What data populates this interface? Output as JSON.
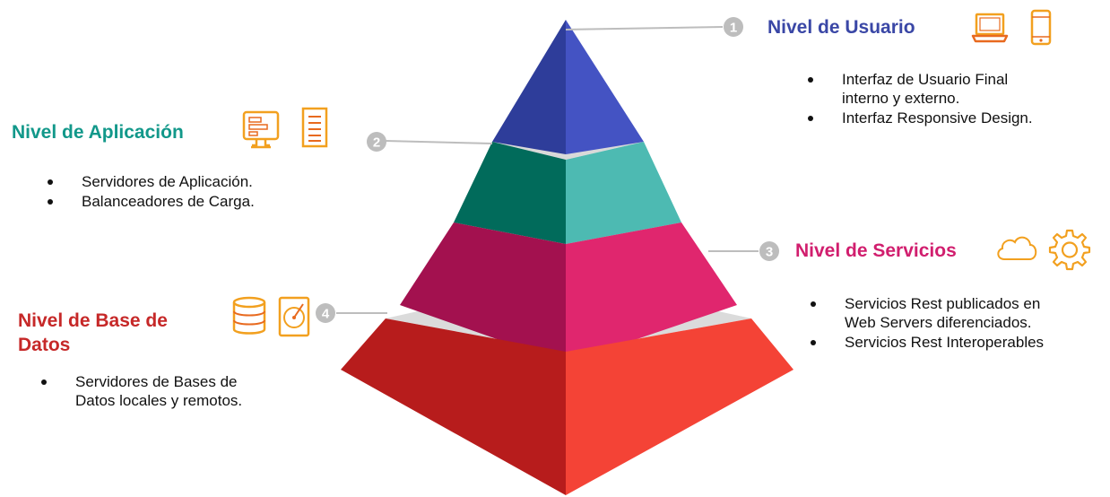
{
  "colors": {
    "level1": "#2E3D9A",
    "level2": "#0E9A8C",
    "level3": "#D11E6E",
    "level4": "#D32F2F",
    "connector": "#BDBDBD",
    "icon_orange": "#F2A01F"
  },
  "levels": [
    {
      "number": "1",
      "title": "Nivel de Usuario",
      "bullets": [
        "Interfaz de Usuario Final interno y externo.",
        "Interfaz Responsive Design."
      ],
      "icons": [
        "laptop-icon",
        "smartphone-icon"
      ]
    },
    {
      "number": "2",
      "title": "Nivel de Aplicación",
      "bullets": [
        "Servidores de Aplicación.",
        "Balanceadores de Carga."
      ],
      "icons": [
        "desktop-app-icon",
        "server-document-icon"
      ]
    },
    {
      "number": "3",
      "title": "Nivel de Servicios",
      "bullets": [
        "Servicios Rest publicados en Web Servers diferenciados.",
        "Servicios Rest Interoperables"
      ],
      "icons": [
        "cloud-icon",
        "gear-icon"
      ]
    },
    {
      "number": "4",
      "title": "Nivel de Base de Datos",
      "bullets": [
        "Servidores de Bases de Datos locales y remotos.",
        ""
      ],
      "icons": [
        "database-icon",
        "hard-drive-icon"
      ]
    }
  ]
}
